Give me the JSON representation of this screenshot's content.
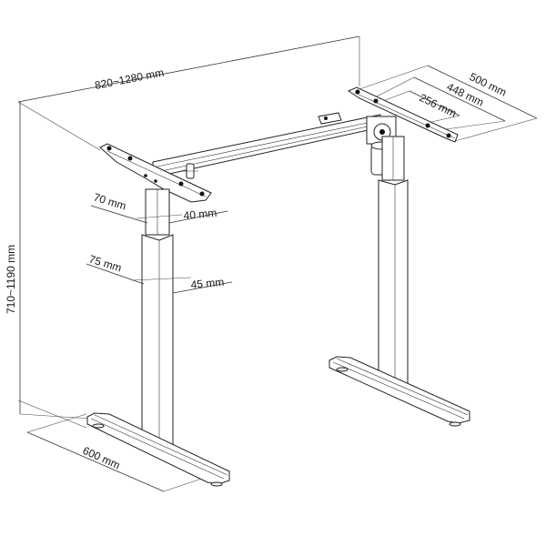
{
  "diagram": {
    "subject": "Electric height-adjustable desk frame (single motor)",
    "background": "#ffffff",
    "line_color": "#222222",
    "dimensions": {
      "width_range": "820~1280 mm",
      "height_range": "710~1190 mm",
      "foot_length": "600 mm",
      "top_bracket_length": "500 mm",
      "top_bracket_hole_span_outer": "448 mm",
      "top_bracket_hole_span_inner": "256 mm",
      "upper_column_width": "70 mm",
      "upper_column_depth": "40 mm",
      "lower_column_width": "75 mm",
      "lower_column_depth": "45 mm"
    },
    "components": [
      "left-top-bracket",
      "right-top-bracket",
      "crossbar",
      "motor",
      "left-upper-column",
      "left-lower-column",
      "right-upper-column",
      "right-lower-column",
      "left-foot",
      "right-foot"
    ]
  }
}
